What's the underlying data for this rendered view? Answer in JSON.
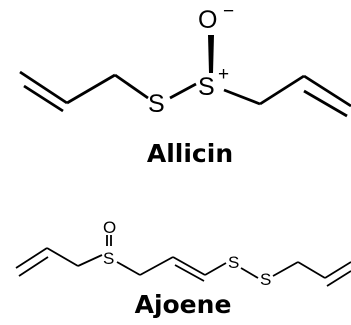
{
  "molecules": [
    {
      "name": "Allicin",
      "atoms": {
        "oxygen": "O",
        "oxygen_charge": "−",
        "sulfur_left": "S",
        "sulfur_right": "S",
        "sulfur_charge": "+"
      }
    },
    {
      "name": "Ajoene",
      "atoms": {
        "oxygen": "O",
        "sulfur_sulfoxide": "S",
        "sulfur_middle": "S",
        "sulfur_right": "S"
      }
    }
  ]
}
